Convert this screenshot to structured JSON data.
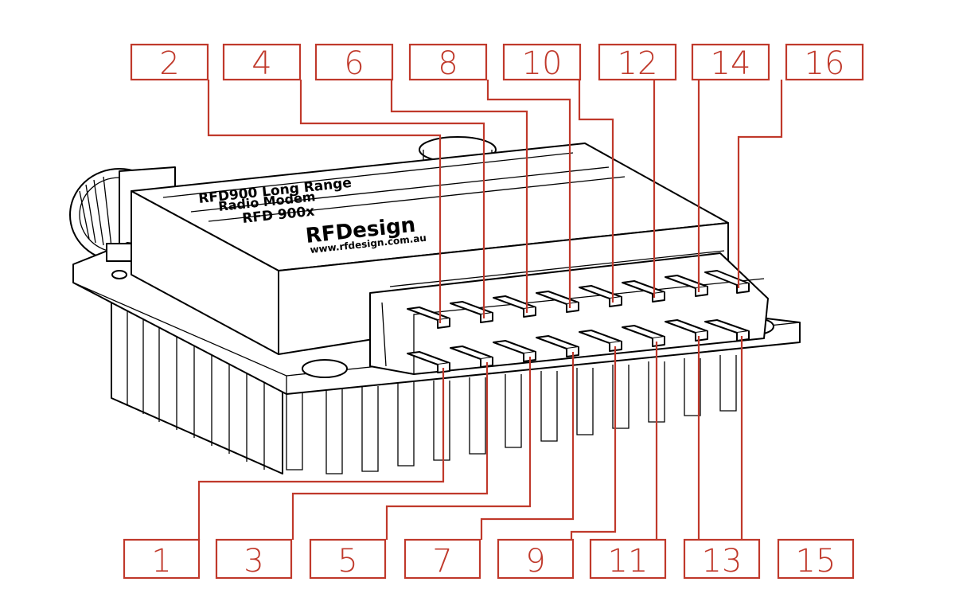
{
  "figure": {
    "plate": {
      "line1": "RFD900 Long Range",
      "line2": "Radio Modem",
      "line3": "RFD 900x",
      "brand": "RFDesign",
      "url": "www.rfdesign.com.au"
    }
  },
  "callouts": {
    "top": [
      "2",
      "4",
      "6",
      "8",
      "10",
      "12",
      "14",
      "16"
    ],
    "bottom": [
      "1",
      "3",
      "5",
      "7",
      "9",
      "11",
      "13",
      "15"
    ]
  },
  "colors": {
    "callout": "#c0392b",
    "line_art": "#000000",
    "background": "#ffffff"
  }
}
